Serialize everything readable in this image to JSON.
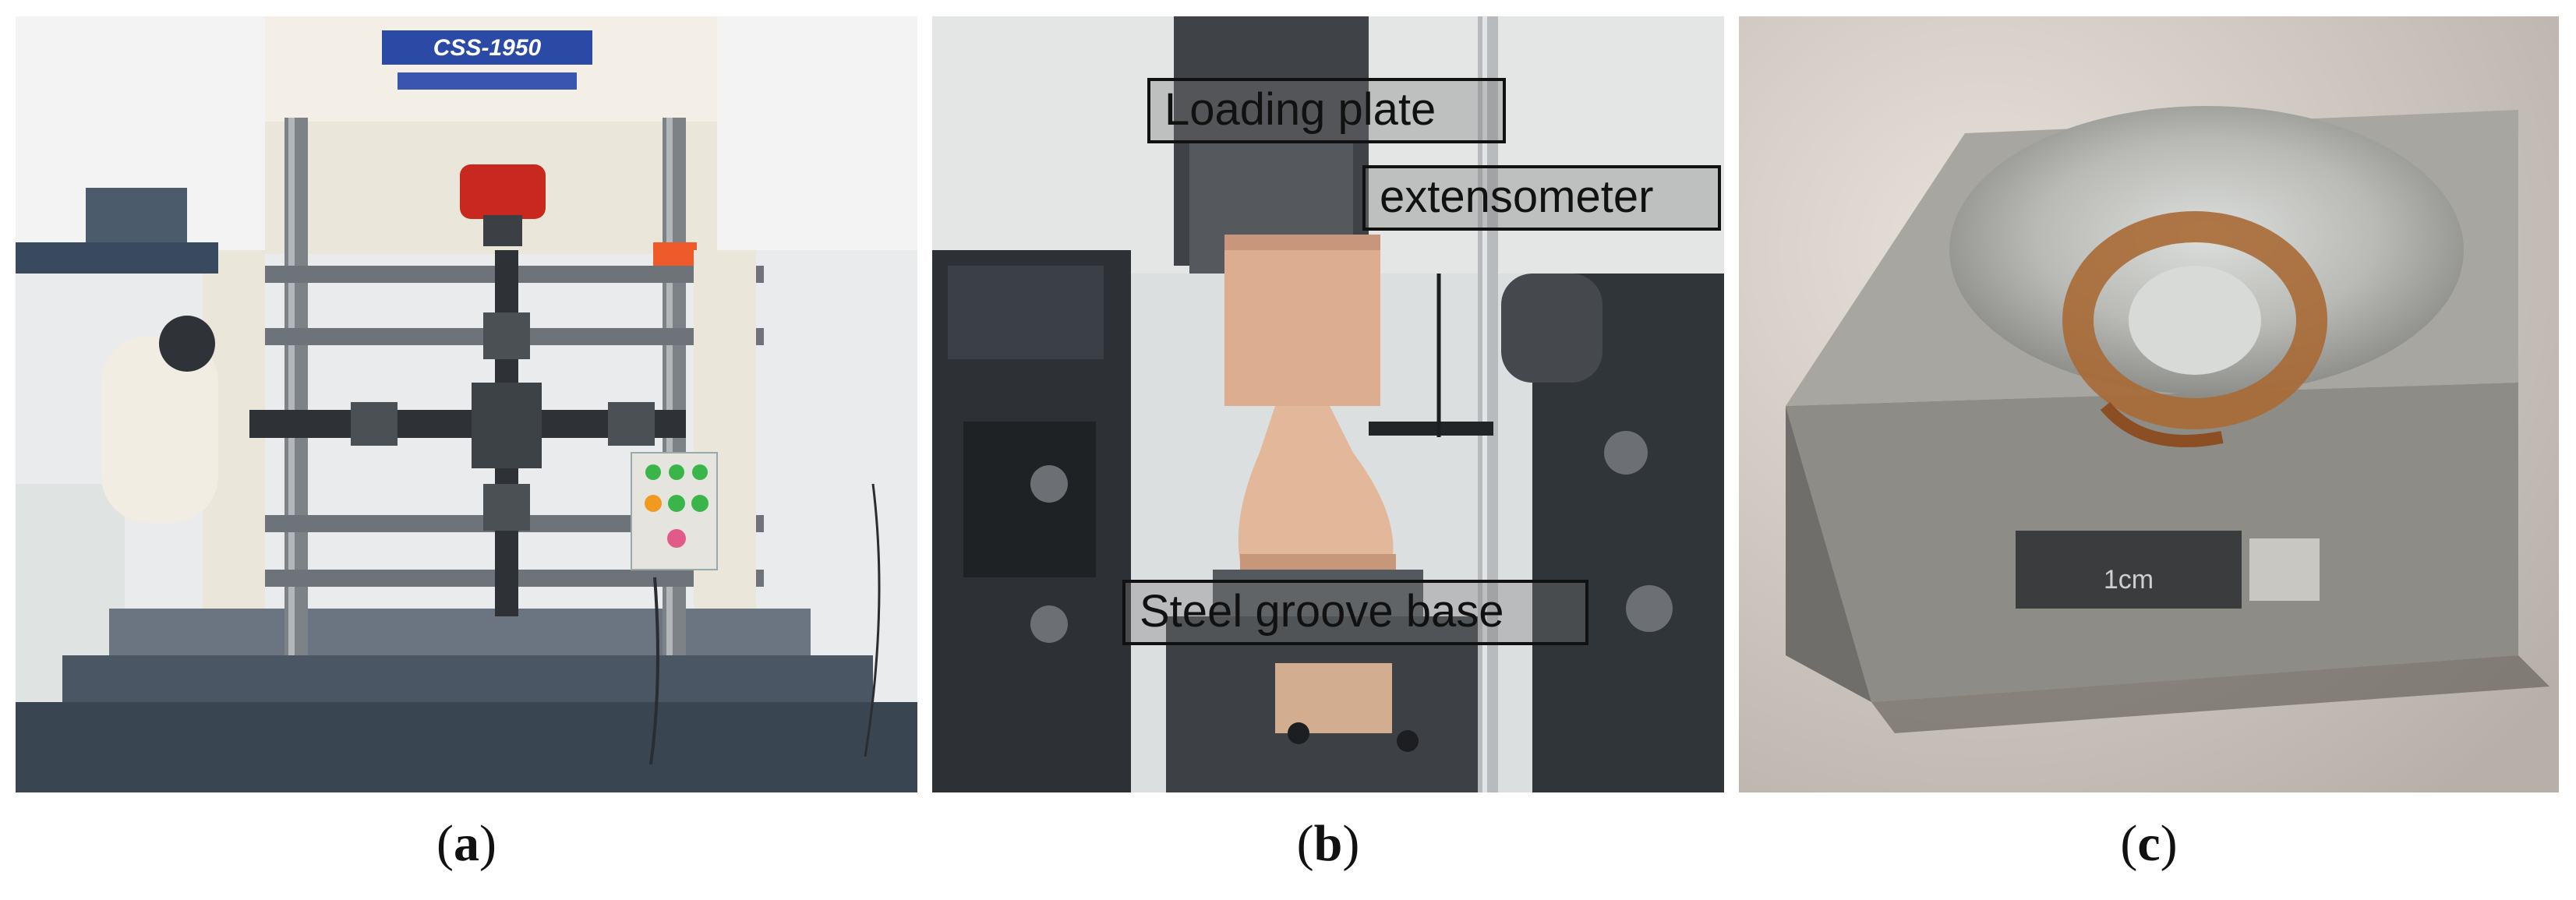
{
  "panels": [
    {
      "id": "a",
      "caption_letter": "a",
      "machine_label": "CSS-1950"
    },
    {
      "id": "b",
      "caption_letter": "b",
      "callouts": {
        "loading_plate": "Loading plate",
        "extensometer": "extensometer",
        "steel_groove_base": "Steel groove base"
      }
    },
    {
      "id": "c",
      "caption_letter": "c",
      "label_tag": "1cm"
    }
  ],
  "colors": {
    "machine_cream": "#ece7dc",
    "machine_steel": "#8d9296",
    "wood_specimen": "#e2b79a",
    "steel_block": "#a7a6a1",
    "rust": "#a86a35",
    "indicator_green": "#3ab54a",
    "indicator_orange": "#f29a1f",
    "accent_red": "#c8281e",
    "label_blue": "#2b4aa5"
  }
}
